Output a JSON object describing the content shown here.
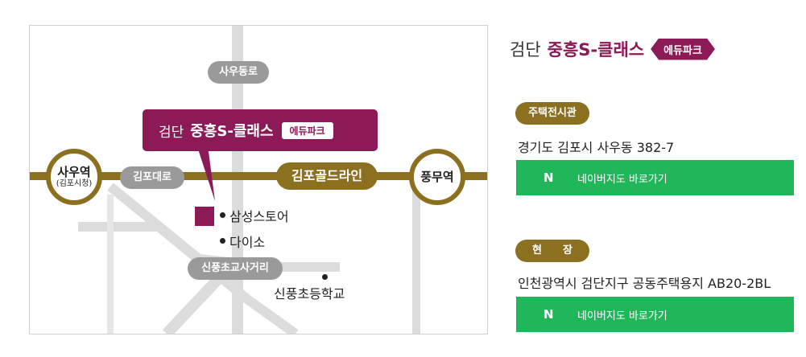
{
  "map": {
    "roads": {
      "north_road": "사우동로",
      "west_road": "김포대로",
      "gold_line": "김포골드라인",
      "junction": "신풍초교사거리"
    },
    "stations": [
      {
        "name": "사우역",
        "sub": "(김포시청)"
      },
      {
        "name": "풍무역",
        "sub": ""
      }
    ],
    "pois": {
      "samsung_store": "삼성스토어",
      "daiso": "다이소",
      "school": "신풍초등학교"
    },
    "bubble": {
      "prefix": "검단",
      "brand": "중흥S-클래스",
      "tag": "에듀파크"
    }
  },
  "info": {
    "title": {
      "prefix": "검단",
      "brand": "중흥S-클래스",
      "tag": "에듀파크"
    },
    "sections": [
      {
        "label": "주택전시관",
        "address": "경기도 김포시 사우동 382-7",
        "nav_logo": "N",
        "nav_text": "네이버지도 바로가기"
      },
      {
        "label": "현　　장",
        "address": "인천광역시 검단지구 공동주택용지 AB20-2BL",
        "nav_logo": "N",
        "nav_text": "네이버지도 바로가기"
      }
    ]
  },
  "colors": {
    "brand": "#8b1a56",
    "gold": "#8b7020",
    "naver": "#1fb75a",
    "road": "#dcdcdc"
  }
}
